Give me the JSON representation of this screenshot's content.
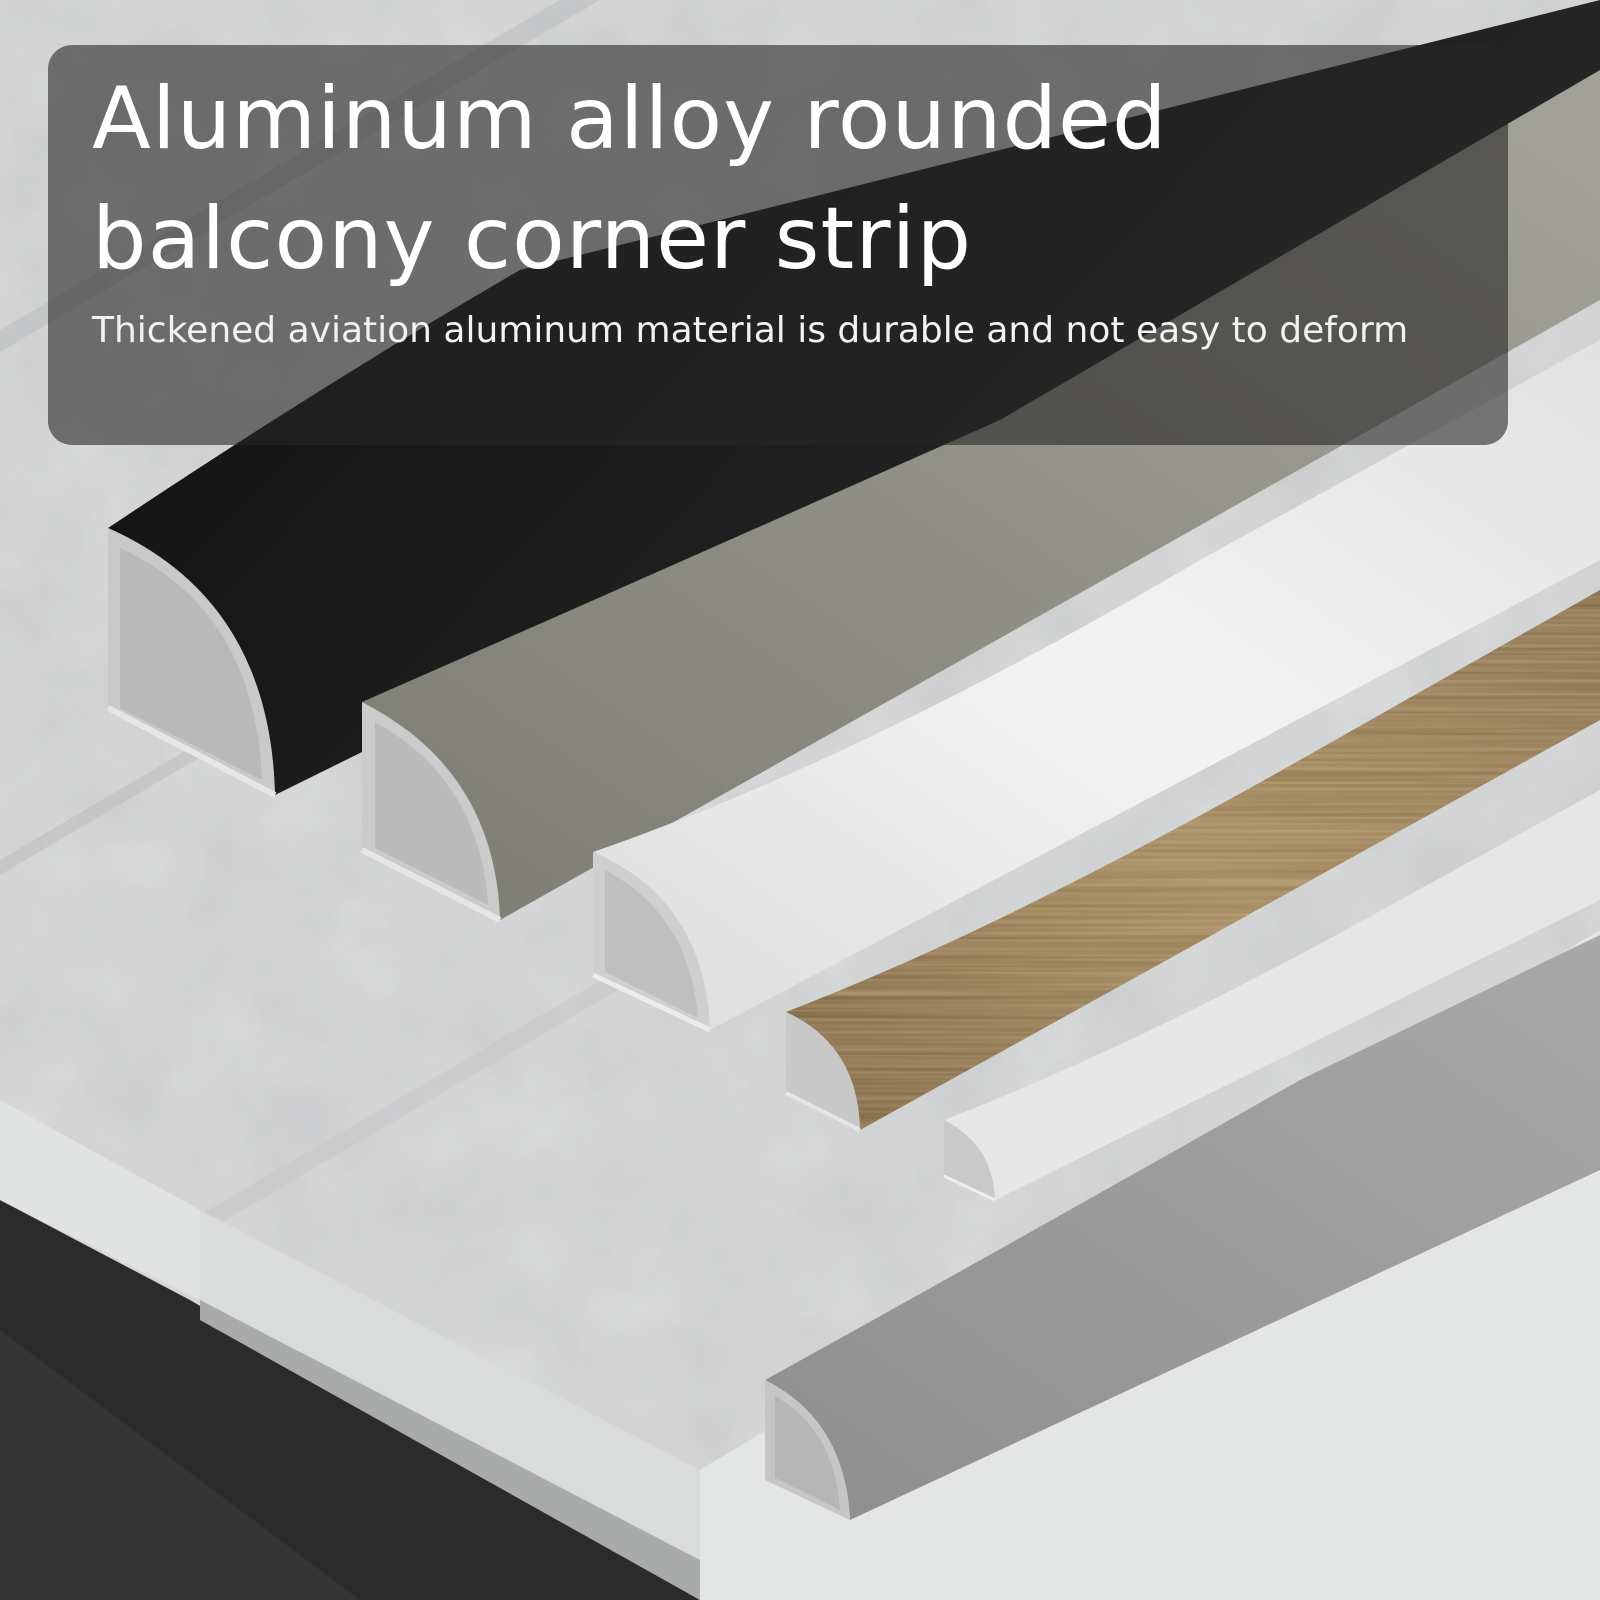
{
  "banner": {
    "title_line1": "Aluminum alloy rounded",
    "title_line2": "balcony corner strip",
    "subtitle": "Thickened aviation aluminum material is durable and not easy to deform"
  },
  "colors": {
    "floor": "#cfd0d0",
    "dark_floor": "#2b2b2b",
    "strip_black": "#141414",
    "strip_gray": "#8f8e86",
    "strip_white": "#ededed",
    "strip_bronze": "#8a6f47",
    "strip_white_small": "#e4e4e4",
    "strip_silver": "#9a9a9a",
    "profile_inner": "#c9c9c9",
    "banner_overlay": "#262626"
  }
}
